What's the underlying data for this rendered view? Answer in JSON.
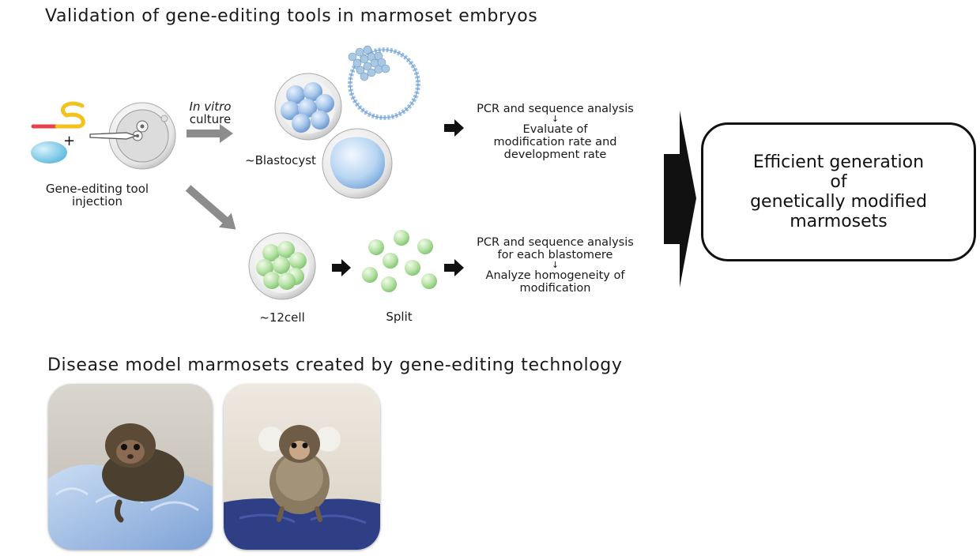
{
  "titles": {
    "validation": "Validation of gene-editing tools in marmoset embryos",
    "disease": "Disease model marmosets created by gene-editing technology"
  },
  "injection": {
    "label_line1": "Gene-editing tool",
    "label_line2": "injection",
    "plus": "+"
  },
  "culture": {
    "line1": "In vitro",
    "line2": "culture"
  },
  "blastocyst": {
    "label": "~Blastocyst"
  },
  "twelve_cell": {
    "label": "~12cell"
  },
  "split": {
    "label": "Split"
  },
  "top_analysis": {
    "line1": "PCR and sequence analysis",
    "arrow": "↓",
    "line2": "Evaluate of",
    "line3": "modification rate and",
    "line4": "development rate"
  },
  "bottom_analysis": {
    "line1": "PCR and sequence analysis",
    "line2": "for each blastomere",
    "arrow": "↓",
    "line3": "Analyze homogeneity of",
    "line4": "modification"
  },
  "result": {
    "line1": "Efficient generation",
    "line2": "of",
    "line3": "genetically modified",
    "line4": "marmosets"
  },
  "colors": {
    "cell_blue": "#8fb6e0",
    "cell_green": "#a8dc9c",
    "arrow_gray": "#8c8c8c",
    "guide_yellow": "#f4c21c",
    "guide_red": "#e8414b",
    "protein_blue": "#79c8e8"
  }
}
